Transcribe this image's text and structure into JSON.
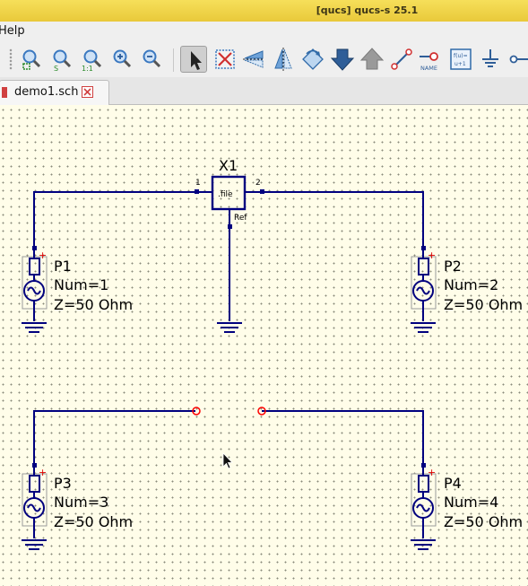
{
  "window": {
    "title": "[qucs] qucs-s 25.1"
  },
  "menu": {
    "help_label": "Help"
  },
  "toolbar": {
    "buttons": [
      "zoom-fit",
      "zoom-selection",
      "zoom-1-1",
      "zoom-in",
      "zoom-out",
      "select",
      "delete",
      "mirror-x",
      "mirror-y",
      "rotate",
      "go-down-hierarchy",
      "go-up-hierarchy",
      "wire",
      "wire-label",
      "equation",
      "ground",
      "port"
    ]
  },
  "tabs": [
    {
      "label": "demo1.sch"
    }
  ],
  "schematic": {
    "subcircuit": {
      "name": "X1",
      "body": ".file",
      "pin1": "1",
      "pin2": "2",
      "ref": "Ref"
    },
    "ports": [
      {
        "name": "P1",
        "num": "Num=1",
        "z": "Z=50 Ohm"
      },
      {
        "name": "P2",
        "num": "Num=2",
        "z": "Z=50 Ohm"
      },
      {
        "name": "P3",
        "num": "Num=3",
        "z": "Z=50 Ohm"
      },
      {
        "name": "P4",
        "num": "Num=4",
        "z": "Z=50 Ohm"
      }
    ],
    "wire_color": "#00007f",
    "plus_sign": "+",
    "node_color": "#ff0000"
  }
}
